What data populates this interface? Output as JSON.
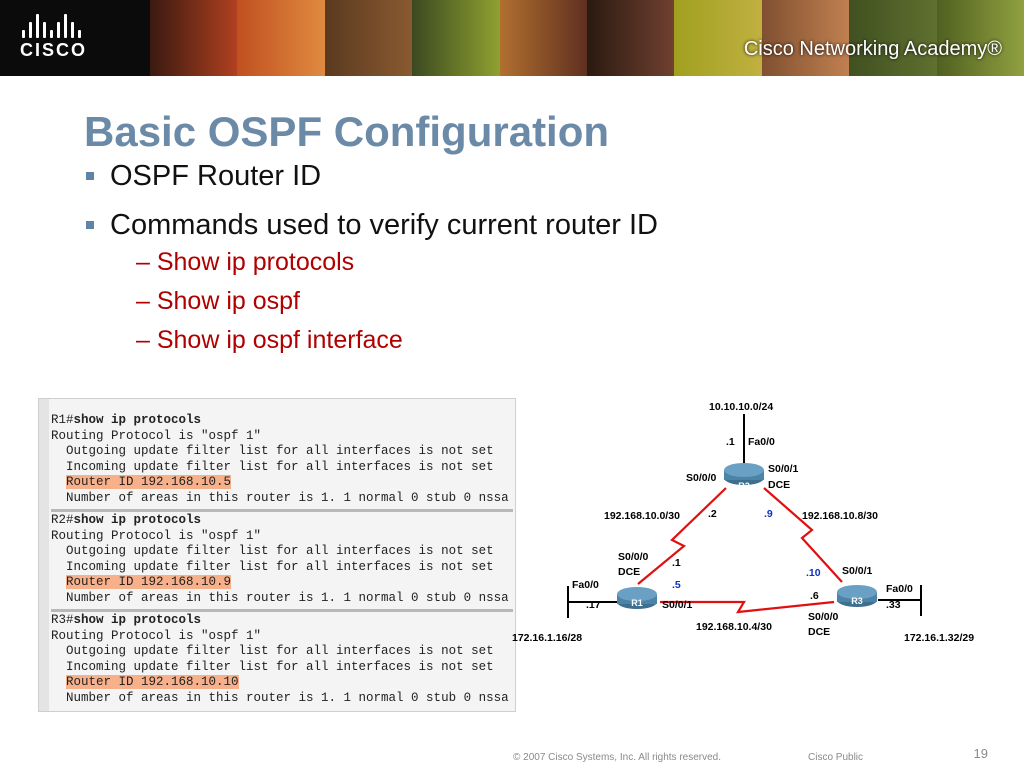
{
  "banner": {
    "logo_text": "CISCO",
    "academy_text": "Cisco Networking Academy®"
  },
  "slide": {
    "title": "Basic OSPF Configuration",
    "bullets": [
      "OSPF Router ID",
      "Commands used to verify current router ID"
    ],
    "sub_bullets": [
      "– Show ip protocols",
      "– Show ip ospf",
      "– Show ip ospf interface"
    ]
  },
  "console": {
    "blocks": [
      {
        "prompt": "R1#",
        "command": "show ip protocols",
        "line1": "Routing Protocol is \"ospf 1\"",
        "line2": "  Outgoing update filter list for all interfaces is not set",
        "line3": "  Incoming update filter list for all interfaces is not set",
        "router_id": "Router ID 192.168.10.5",
        "line5": "  Number of areas in this router is 1. 1 normal 0 stub 0 nssa"
      },
      {
        "prompt": "R2#",
        "command": "show ip protocols",
        "line1": "Routing Protocol is \"ospf 1\"",
        "line2": "  Outgoing update filter list for all interfaces is not set",
        "line3": "  Incoming update filter list for all interfaces is not set",
        "router_id": "Router ID 192.168.10.9",
        "line5": "  Number of areas in this router is 1. 1 normal 0 stub 0 nssa"
      },
      {
        "prompt": "R3#",
        "command": "show ip protocols",
        "line1": "Routing Protocol is \"ospf 1\"",
        "line2": "  Outgoing update filter list for all interfaces is not set",
        "line3": "  Incoming update filter list for all interfaces is not set",
        "router_id": "Router ID 192.168.10.10",
        "line5": "  Number of areas in this router is 1. 1 normal 0 stub 0 nssa"
      }
    ]
  },
  "topology": {
    "r1": "R1",
    "r2": "R2",
    "r3": "R3",
    "net_top": "10.10.10.0/24",
    "r2_lan_host": ".1",
    "r2_fa": "Fa0/0",
    "r2_s000": "S0/0/0",
    "r2_s001": "S0/0/1",
    "r2_dce": "DCE",
    "net_left": "192.168.10.0/30",
    "net_right": "192.168.10.8/30",
    "r2_left_host": ".2",
    "r2_right_host": ".9",
    "r1_s000": "S0/0/0",
    "r1_dce": "DCE",
    "r1_top_host": ".1",
    "r1_fa": "Fa0/0",
    "r1_lan_host": ".17",
    "r1_s001": "S0/0/1",
    "r1_bottom_host": ".5",
    "net_r1_lan": "172.16.1.16/28",
    "net_bottom": "192.168.10.4/30",
    "r3_top_host": ".10",
    "r3_s001": "S0/0/1",
    "r3_fa": "Fa0/0",
    "r3_bottom_host": ".6",
    "r3_lan_host": ".33",
    "r3_s000": "S0/0/0",
    "r3_dce": "DCE",
    "net_r3_lan": "172.16.1.32/29"
  },
  "footer": {
    "copyright": "© 2007 Cisco Systems, Inc. All rights reserved.",
    "classification": "Cisco Public",
    "page": "19"
  }
}
